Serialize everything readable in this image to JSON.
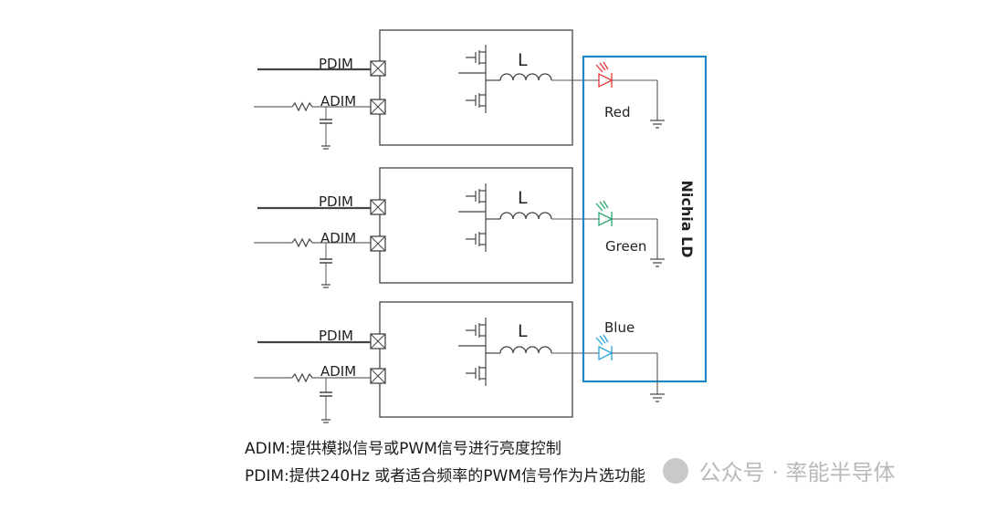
{
  "channels": [
    {
      "pdim_label": "PDIM",
      "adim_label": "ADIM",
      "inductor_label": "L",
      "led_label": "Red",
      "led_color": "#e53935"
    },
    {
      "pdim_label": "PDIM",
      "adim_label": "ADIM",
      "inductor_label": "L",
      "led_label": "Green",
      "led_color": "#26a96c"
    },
    {
      "pdim_label": "PDIM",
      "adim_label": "ADIM",
      "inductor_label": "L",
      "led_label": "Blue",
      "led_color": "#29a3d8"
    }
  ],
  "ld_module": {
    "label": "Nichia LD",
    "border_color": "#1f86c8"
  },
  "notes": {
    "adim": "ADIM:提供模拟信号或PWM信号进行亮度控制",
    "pdim": "PDIM:提供240Hz 或者适合频率的PWM信号作为片选功能"
  },
  "watermark": "公众号 · 率能半导体"
}
